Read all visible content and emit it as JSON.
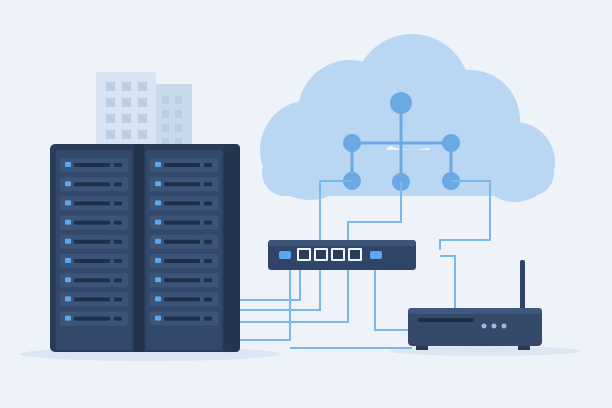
{
  "illustration": {
    "elements": [
      "office-building",
      "server-rack",
      "cloud",
      "network-switch",
      "router"
    ],
    "colors": {
      "background": "#eef3f9",
      "rack_dark": "#283a57",
      "rack_mid": "#33486a",
      "rack_face": "#3c5478",
      "drive_slot": "#1e2f4a",
      "led_blue": "#5aa8f0",
      "cloud": "#b7d6f3",
      "cloud_node": "#6aa9e3",
      "cable": "#7ab7ea",
      "building": "#d5e2f0",
      "building_window": "#b9cde3",
      "switch_body": "#2f4466",
      "router_body": "#35496b"
    },
    "counts": {
      "server_units_per_column": 9,
      "rack_columns": 2,
      "switch_ports": 4,
      "cloud_nodes": 6
    }
  }
}
